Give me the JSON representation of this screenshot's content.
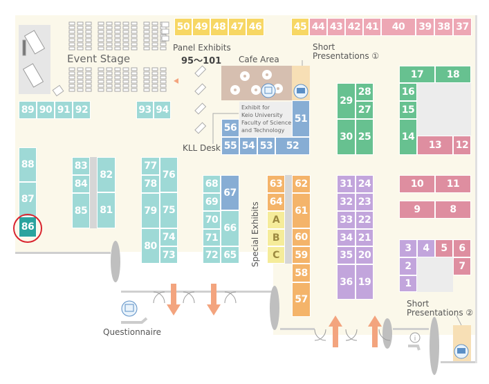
{
  "labels": {
    "event_stage": "Event Stage",
    "panel_exhibits": "Panel Exhibits",
    "panel_range": "95～101",
    "cafe_area": "Cafe Area",
    "short_pres_1_line1": "Short",
    "short_pres_1_line2": "Presentations ①",
    "short_pres_2_line1": "Short",
    "short_pres_2_line2": "Presentations ②",
    "kll_desk": "KLL Desk",
    "exhibit_keio_1": "Exhibit for",
    "exhibit_keio_2": "Keio University",
    "exhibit_keio_3": "Faculty of Science",
    "exhibit_keio_4": "and Technology",
    "special_exhibits": "Special Exhibits",
    "questionnaire": "Questionnaire"
  },
  "booths": {
    "b50": "50",
    "b49": "49",
    "b48": "48",
    "b47": "47",
    "b46": "46",
    "b45": "45",
    "b44": "44",
    "b43": "43",
    "b42": "42",
    "b41": "41",
    "b40": "40",
    "b39": "39",
    "b38": "38",
    "b37": "37",
    "b89": "89",
    "b90": "90",
    "b91": "91",
    "b92": "92",
    "b93": "93",
    "b94": "94",
    "b88": "88",
    "b87": "87",
    "b86": "86",
    "b83": "83",
    "b84": "84",
    "b85": "85",
    "b82": "82",
    "b81": "81",
    "b77": "77",
    "b78": "78",
    "b79": "79",
    "b80": "80",
    "b76": "76",
    "b75": "75",
    "b74": "74",
    "b73": "73",
    "b68": "68",
    "b69": "69",
    "b70": "70",
    "b71": "71",
    "b72": "72",
    "b67": "67",
    "b66": "66",
    "b65": "65",
    "b56": "56",
    "b55": "55",
    "b54": "54",
    "b53": "53",
    "b52": "52",
    "b51": "51",
    "b63": "63",
    "b64": "64",
    "bA": "A",
    "bB": "B",
    "bC": "C",
    "b62": "62",
    "b61": "61",
    "b60": "60",
    "b59": "59",
    "b58": "58",
    "b57": "57",
    "b29": "29",
    "b28": "28",
    "b27": "27",
    "b30": "30",
    "b25": "25",
    "b31": "31",
    "b24": "24",
    "b32": "32",
    "b23": "23",
    "b33": "33",
    "b22": "22",
    "b34": "34",
    "b21": "21",
    "b35": "35",
    "b20": "20",
    "b36": "36",
    "b19": "19",
    "b17": "17",
    "b18": "18",
    "b16": "16",
    "b15": "15",
    "b14": "14",
    "b13": "13",
    "b12": "12",
    "b10": "10",
    "b11": "11",
    "b9": "9",
    "b8": "8",
    "b3": "3",
    "b4": "4",
    "b5": "5",
    "b6": "6",
    "b2": "2",
    "b7": "7",
    "b1": "1"
  },
  "colors": {
    "teal": "#9ed9d6",
    "teal_selected": "#2aa39e",
    "yellow": "#f7d764",
    "pink": "#eda7b4",
    "green": "#67c190",
    "blue": "#87add4",
    "orange": "#f4b46a",
    "purple": "#c2a5dc",
    "highlight_circle": "#d9232e",
    "arrow": "#f3a47e"
  },
  "icons": {
    "cafe": "flower-icon",
    "presentation": "presenter-icon",
    "questionnaire": "questionnaire-icon",
    "info": "info-icon",
    "arrow": "entrance-arrow-icon"
  }
}
